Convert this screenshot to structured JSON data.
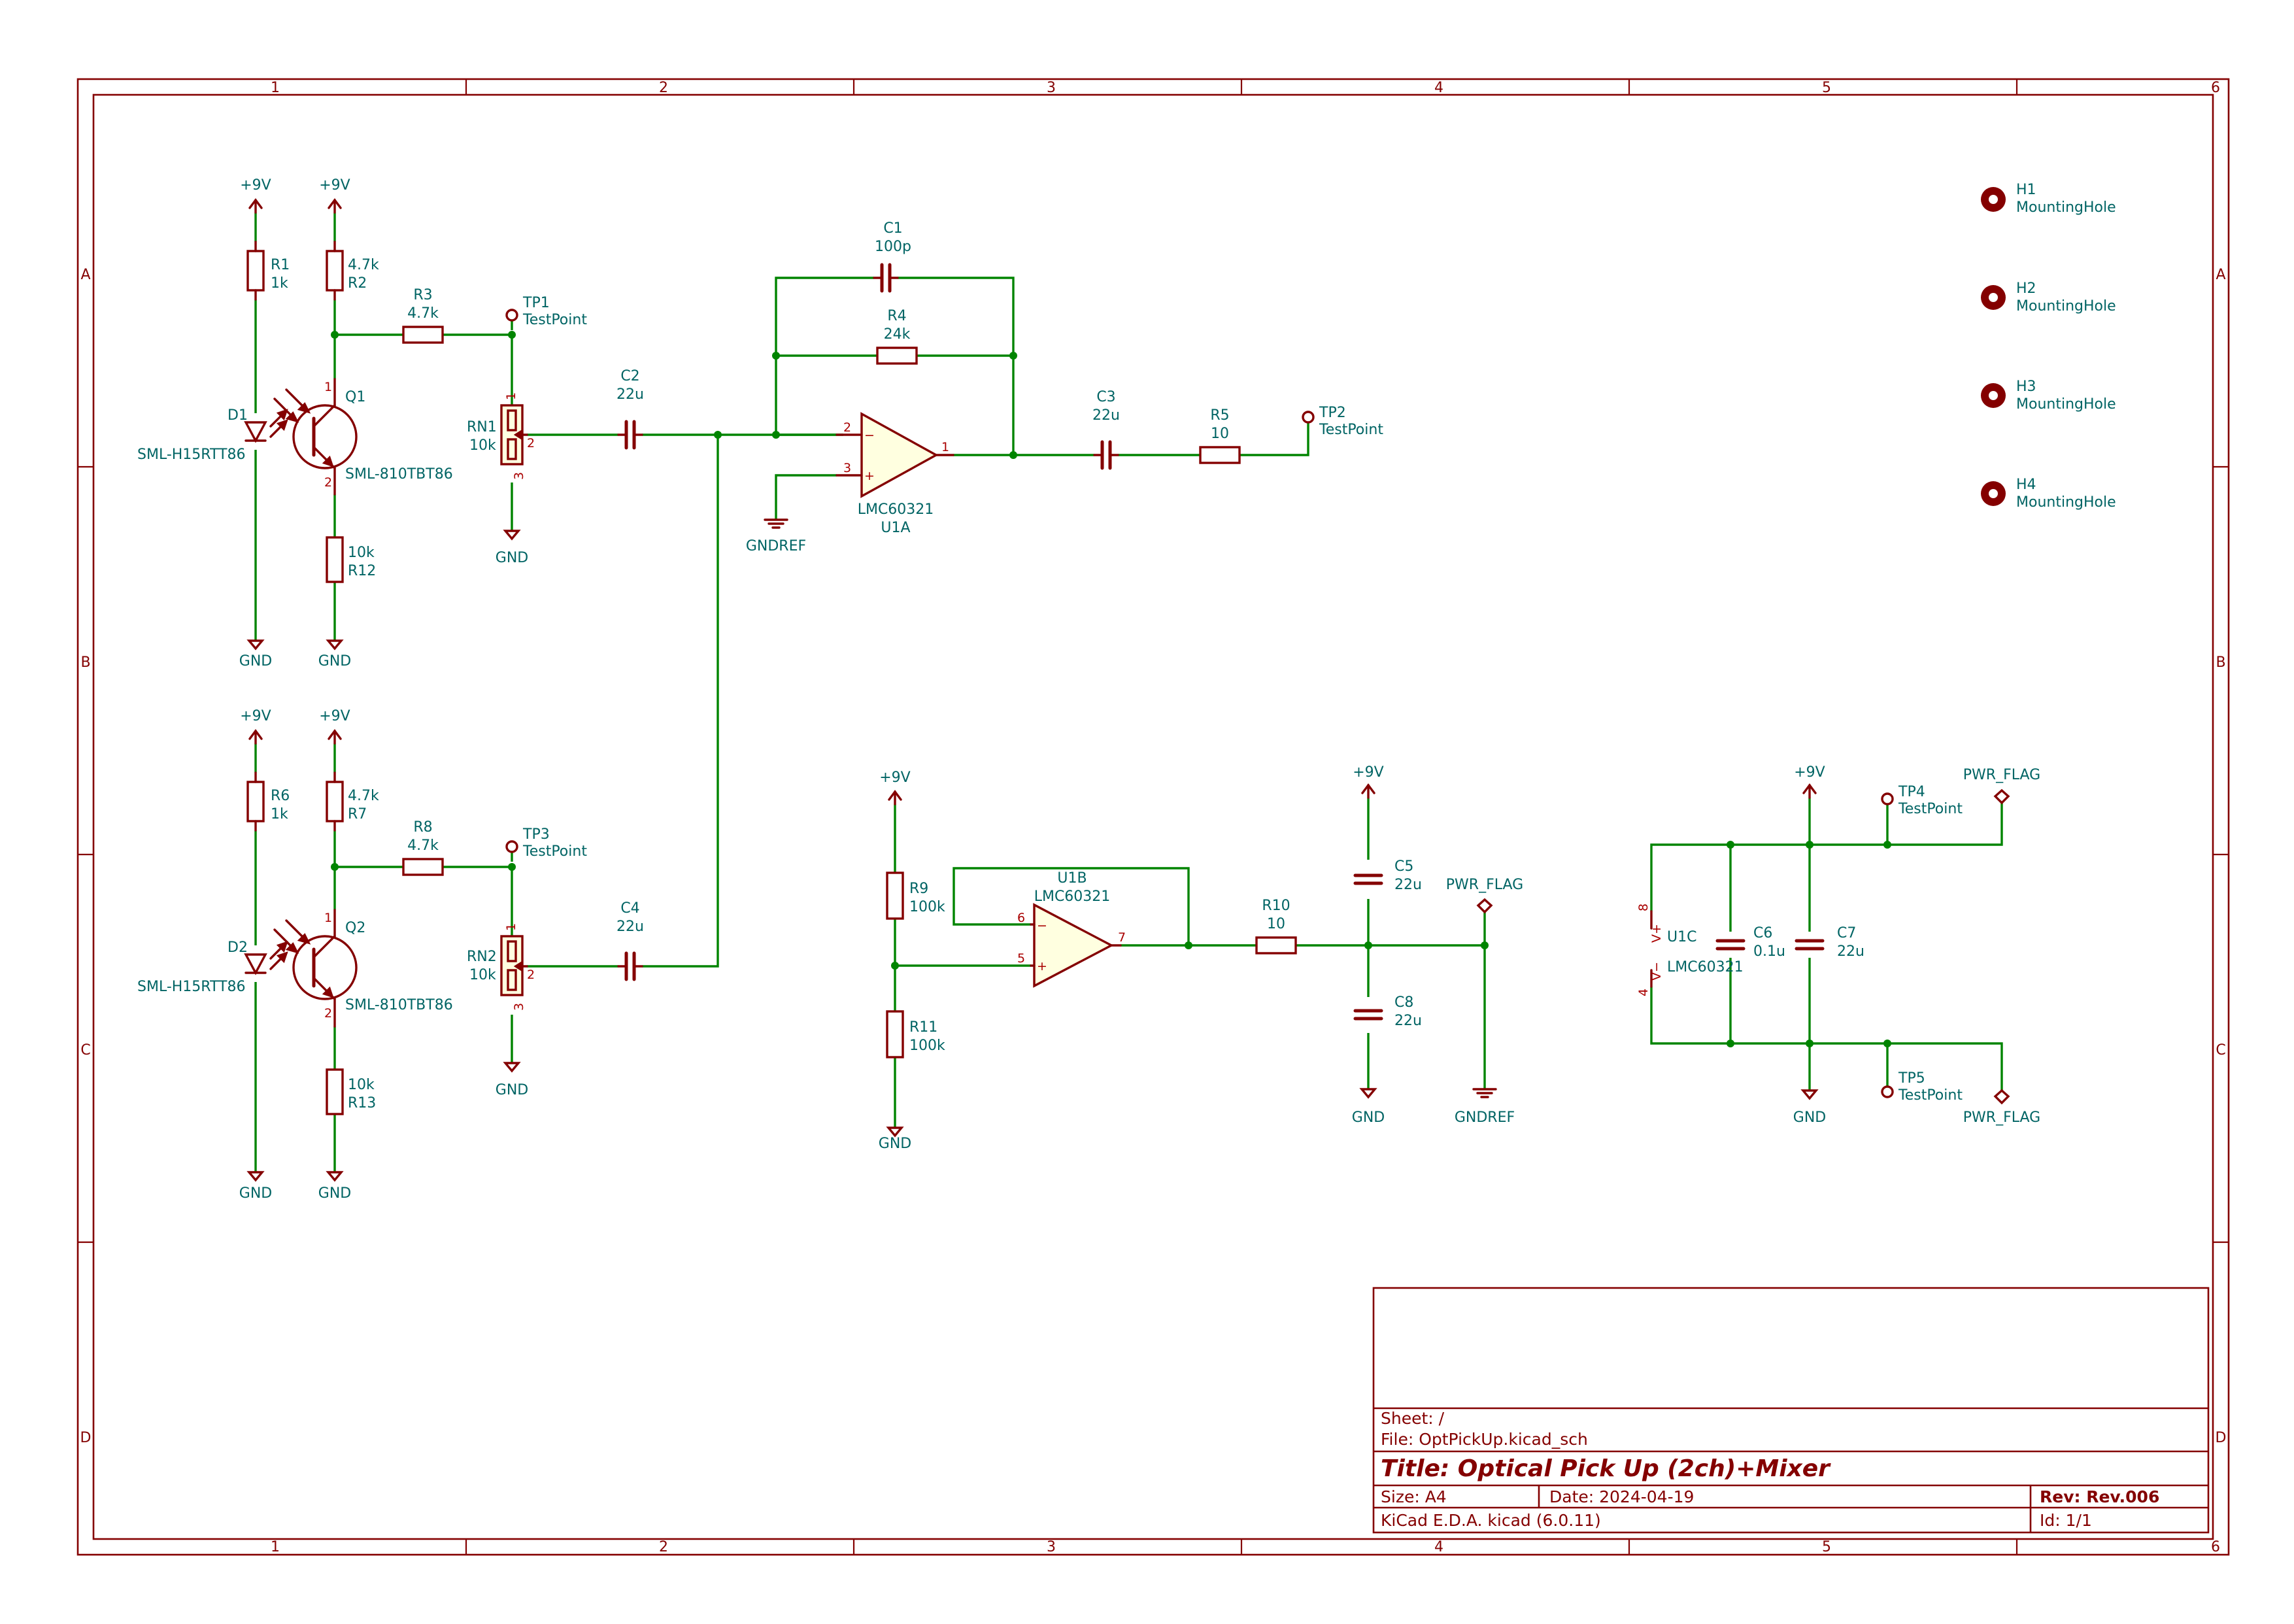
{
  "frame": {
    "columns": [
      "1",
      "2",
      "3",
      "4",
      "5",
      "6"
    ],
    "rows": [
      "A",
      "B",
      "C",
      "D"
    ]
  },
  "title_block": {
    "sheet": "Sheet: /",
    "file": "File: OptPickUp.kicad_sch",
    "title": "Title: Optical Pick Up (2ch)+Mixer",
    "size": "Size: A4",
    "date": "Date: 2024-04-19",
    "rev": "Rev: Rev.006",
    "tool": "KiCad E.D.A.  kicad (6.0.11)",
    "id": "Id: 1/1"
  },
  "labels": {
    "p9v": "+9V",
    "gnd": "GND",
    "gndref": "GNDREF",
    "pwr_flag": "PWR_FLAG",
    "testpoint": "TestPoint",
    "mountinghole": "MountingHole"
  },
  "refs": {
    "R1": "R1",
    "R2": "R2",
    "R3": "R3",
    "R4": "R4",
    "R5": "R5",
    "R6": "R6",
    "R7": "R7",
    "R8": "R8",
    "R9": "R9",
    "R10": "R10",
    "R11": "R11",
    "R12": "R12",
    "R13": "R13",
    "C1": "C1",
    "C2": "C2",
    "C3": "C3",
    "C4": "C4",
    "C5": "C5",
    "C6": "C6",
    "C7": "C7",
    "C8": "C8",
    "D1": "D1",
    "D2": "D2",
    "Q1": "Q1",
    "Q2": "Q2",
    "RN1": "RN1",
    "RN2": "RN2",
    "U1A": "U1A",
    "U1B": "U1B",
    "U1C": "U1C",
    "TP1": "TP1",
    "TP2": "TP2",
    "TP3": "TP3",
    "TP4": "TP4",
    "TP5": "TP5",
    "H1": "H1",
    "H2": "H2",
    "H3": "H3",
    "H4": "H4"
  },
  "values": {
    "R1": "1k",
    "R2": "4.7k",
    "R3": "4.7k",
    "R4": "24k",
    "R5": "10",
    "R6": "1k",
    "R7": "4.7k",
    "R8": "4.7k",
    "R9": "100k",
    "R10": "10",
    "R11": "100k",
    "R12": "10k",
    "R13": "10k",
    "C1": "100p",
    "C2": "22u",
    "C3": "22u",
    "C4": "22u",
    "C5": "22u",
    "C6": "0.1u",
    "C7": "22u",
    "C8": "22u",
    "D": "SML-H15RTT86",
    "Q": "SML-810TBT86",
    "RN": "10k",
    "U": "LMC60321"
  },
  "pins": {
    "n1": "1",
    "n2": "2",
    "n3": "3",
    "n4": "4",
    "n5": "5",
    "n6": "6",
    "n7": "7",
    "n8": "8",
    "minus": "−",
    "plus": "+",
    "vplus": "V+",
    "vminus": "V−"
  }
}
